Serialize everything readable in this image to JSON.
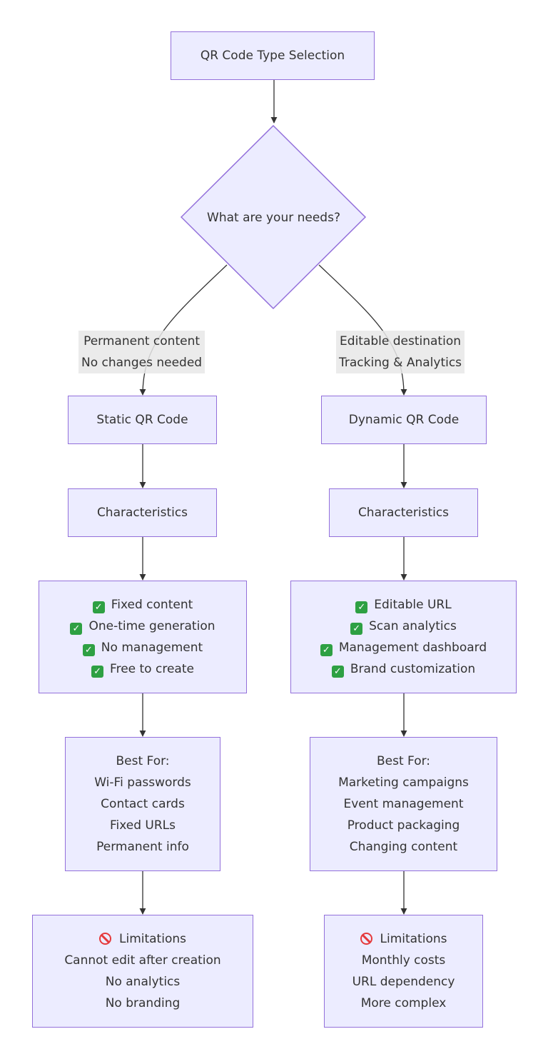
{
  "nodes": {
    "start": "QR Code Type Selection",
    "decision": "What are your needs?",
    "static_qr": "Static QR Code",
    "dynamic_qr": "Dynamic QR Code",
    "static_char": "Characteristics",
    "dynamic_char": "Characteristics",
    "static_features": [
      "Fixed content",
      "One-time generation",
      "No management",
      "Free to create"
    ],
    "dynamic_features": [
      "Editable URL",
      "Scan analytics",
      "Management dashboard",
      "Brand customization"
    ],
    "static_best": [
      "Best For:",
      "Wi-Fi passwords",
      "Contact cards",
      "Fixed URLs",
      "Permanent info"
    ],
    "dynamic_best": [
      "Best For:",
      "Marketing campaigns",
      "Event management",
      "Product packaging",
      "Changing content"
    ],
    "static_limits": [
      "Limitations",
      "Cannot edit after creation",
      "No analytics",
      "No branding"
    ],
    "dynamic_limits": [
      "Limitations",
      "Monthly costs",
      "URL dependency",
      "More complex"
    ]
  },
  "edge_labels": {
    "static": [
      "Permanent content",
      "No changes needed"
    ],
    "dynamic": [
      "Editable destination",
      "Tracking & Analytics"
    ]
  },
  "icons": {
    "feature": "check-mark-icon",
    "limitation": "prohibited-icon"
  },
  "colors": {
    "node_fill": "#ECECFF",
    "node_border": "#9370DB",
    "edge": "#333333",
    "label_bg": "#E8E8E8",
    "check": "#2EA043",
    "prohibited": "#E5393B"
  }
}
